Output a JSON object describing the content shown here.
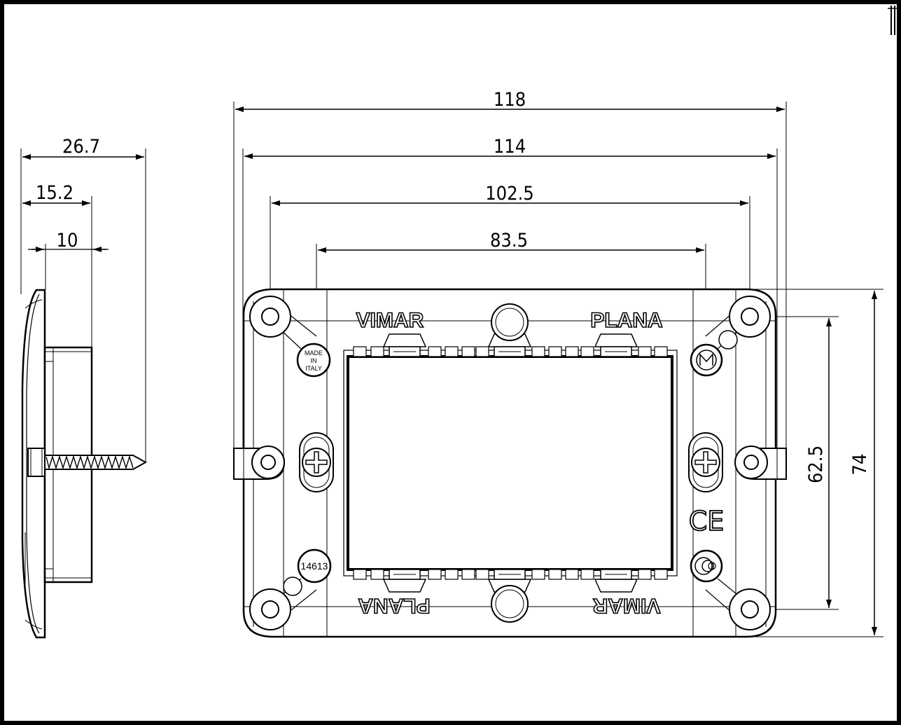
{
  "dimensions": {
    "side_total_depth": "26.7",
    "side_mid_depth": "15.2",
    "side_inner_depth": "10",
    "width_overall": "118",
    "width_outer": "114",
    "width_screw_holes": "102.5",
    "width_center_screws": "83.5",
    "height_inner": "62.5",
    "height_overall": "74"
  },
  "embossed_text": {
    "brand_top": "VIMAR",
    "line_top": "PLANA",
    "brand_bottom": "VIMAR",
    "line_bottom": "PLANA"
  },
  "markings": {
    "origin_line1": "MADE",
    "origin_line2": "IN",
    "origin_line3": "ITALY",
    "part_number": "14613",
    "ce_mark": "CE"
  }
}
